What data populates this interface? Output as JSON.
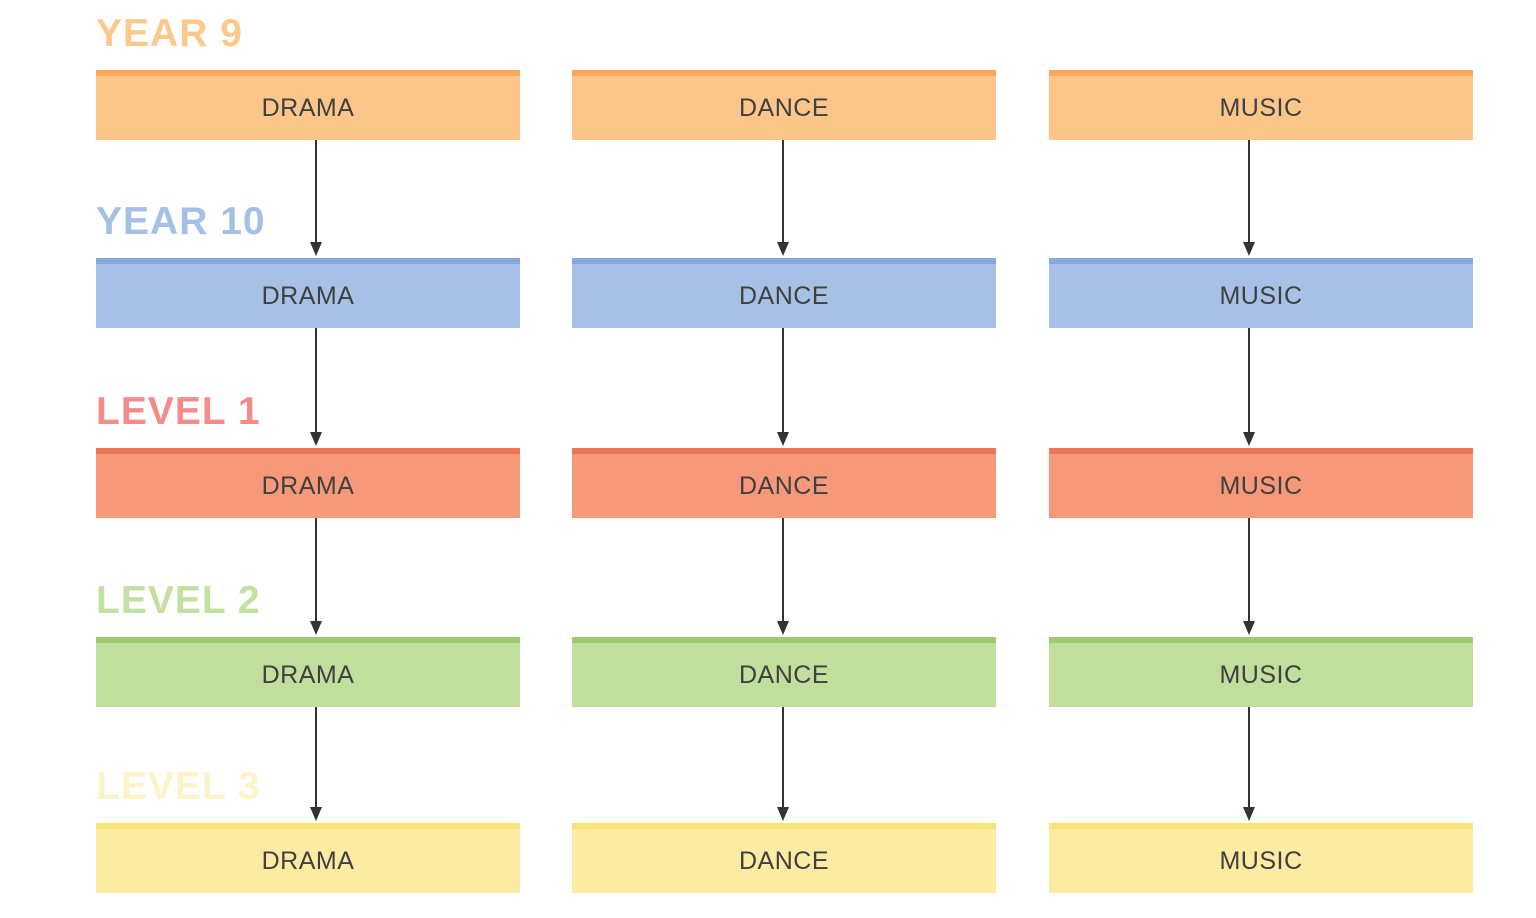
{
  "stages": [
    {
      "label": "YEAR 9",
      "heading_color": "#FBC98C",
      "fill": "#FCC68A",
      "stripe": "#F8A85C"
    },
    {
      "label": "YEAR 10",
      "heading_color": "#A4C0E6",
      "fill": "#A6C1E5",
      "stripe": "#86A9DC"
    },
    {
      "label": "LEVEL 1",
      "heading_color": "#F48C8C",
      "fill": "#F6997A",
      "stripe": "#EE7654"
    },
    {
      "label": "LEVEL 2",
      "heading_color": "#C2E0A0",
      "fill": "#C0DE9C",
      "stripe": "#9CCB6E"
    },
    {
      "label": "LEVEL 3",
      "heading_color": "#FDF3C8",
      "fill": "#FCEBA2",
      "stripe": "#F8E27A"
    }
  ],
  "subjects": [
    "DRAMA",
    "DANCE",
    "MUSIC"
  ],
  "arrow_color": "#333333"
}
